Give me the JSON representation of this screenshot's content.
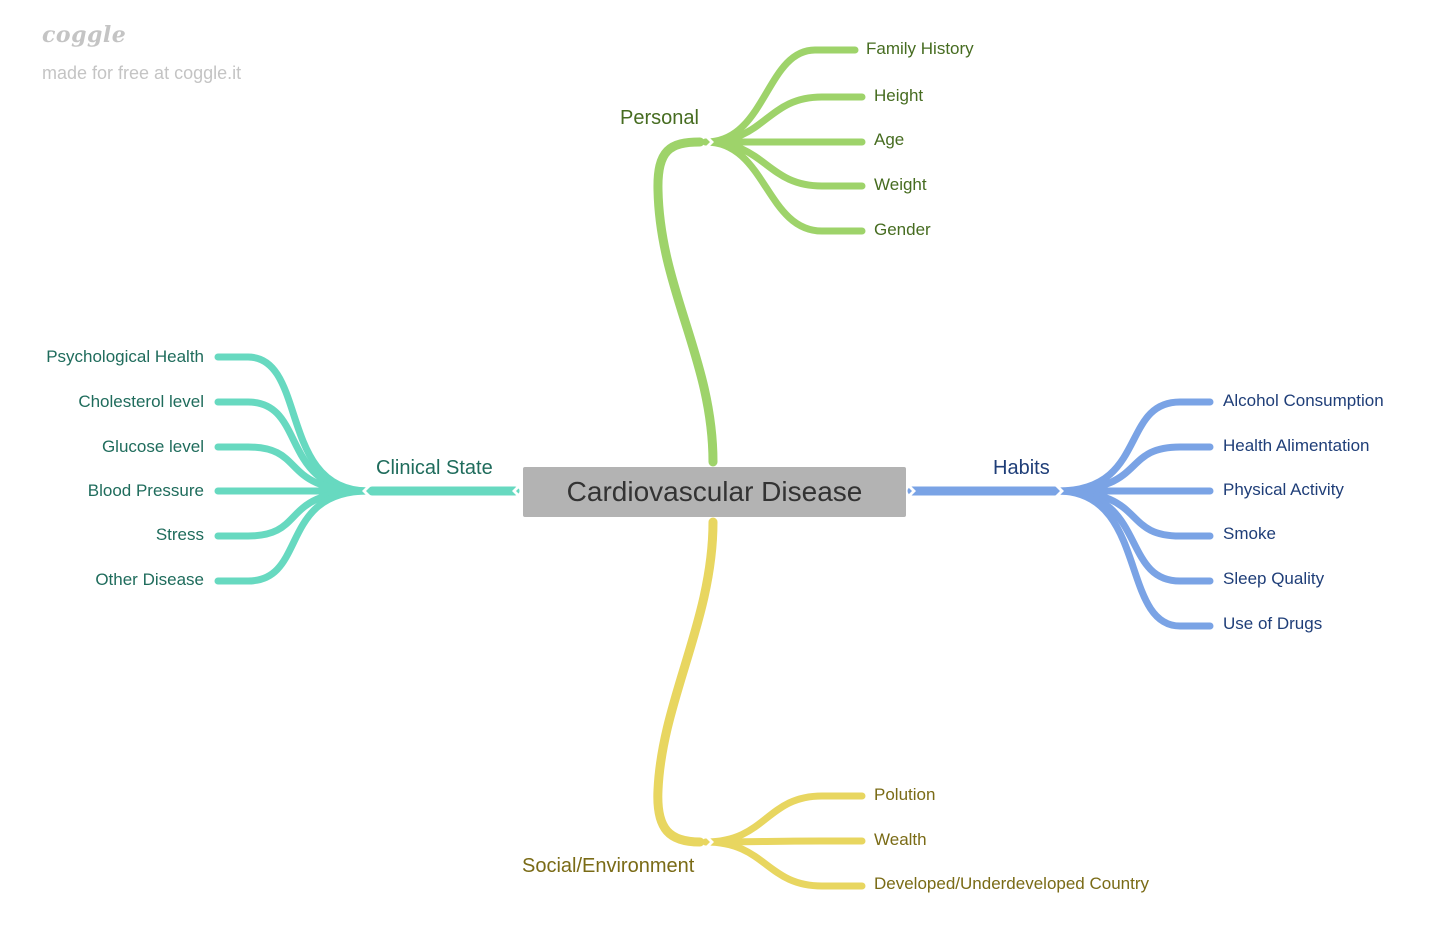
{
  "brand": {
    "logo_text": "coggle",
    "tagline": "made for free at coggle.it"
  },
  "central": {
    "label": "Cardiovascular Disease",
    "fill": "#b3b3b3",
    "text_color": "#333333"
  },
  "branches": {
    "personal": {
      "label": "Personal",
      "color": "#9ed36a",
      "text_color": "#466c20",
      "children": [
        "Family History",
        "Height",
        "Age",
        "Weight",
        "Gender"
      ]
    },
    "clinical": {
      "label": "Clinical State",
      "color": "#67d9c0",
      "text_color": "#1f6c5c",
      "children": [
        "Psychological Health",
        "Cholesterol level",
        "Glucose level",
        "Blood Pressure",
        "Stress",
        "Other Disease"
      ]
    },
    "habits": {
      "label": "Habits",
      "color": "#7aa3e5",
      "text_color": "#1f3e78",
      "children": [
        "Alcohol Consumption",
        "Health Alimentation",
        "Physical Activity",
        "Smoke",
        "Sleep Quality",
        "Use of Drugs"
      ]
    },
    "social": {
      "label": "Social/Environment",
      "color": "#e8d660",
      "text_color": "#7a6b16",
      "children": [
        "Polution",
        "Wealth",
        "Developed/Underdeveloped Country"
      ]
    }
  }
}
